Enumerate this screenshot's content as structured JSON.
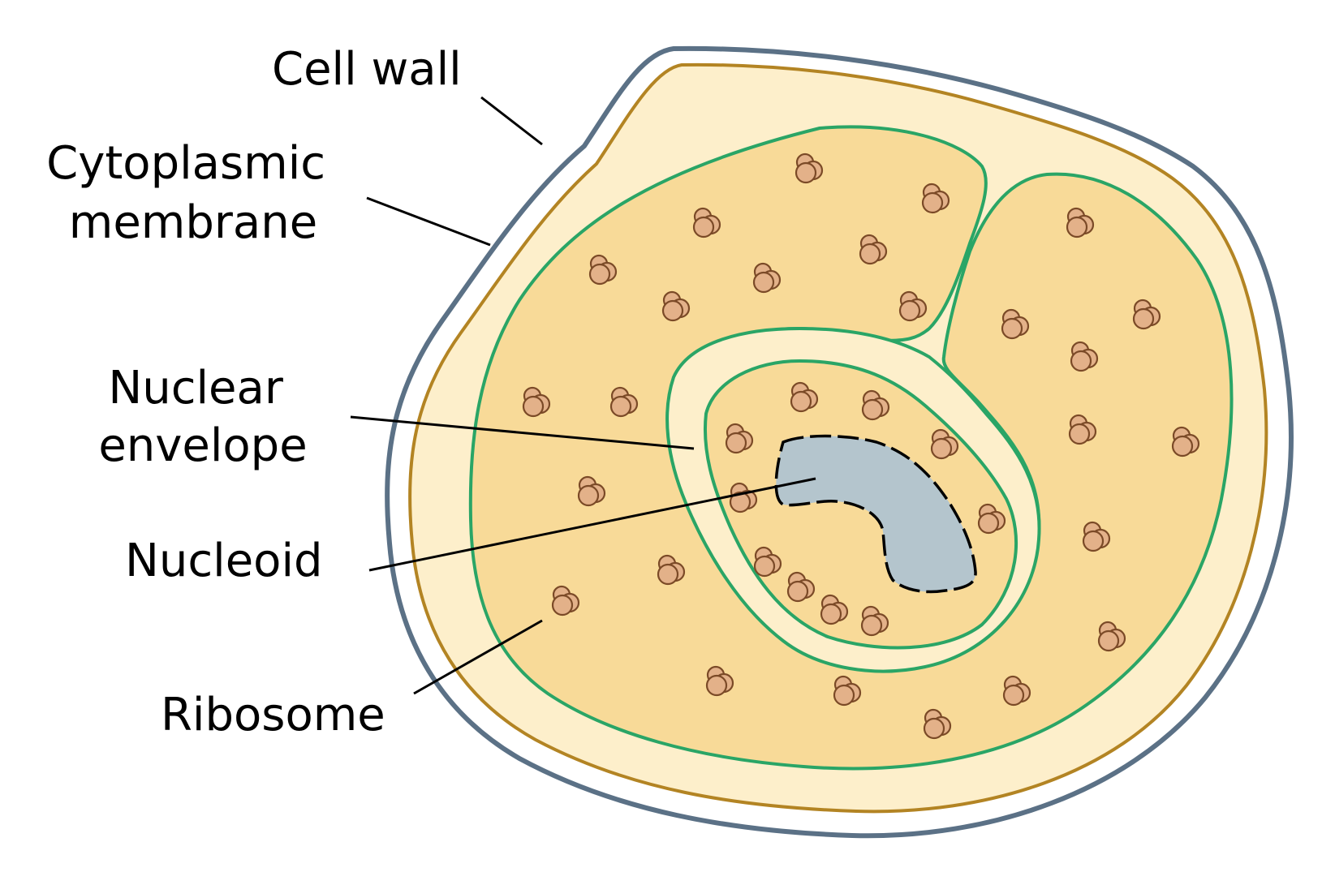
{
  "labels": {
    "cell_wall": [
      "Cell wall"
    ],
    "cytoplasmic_membrane": [
      "Cytoplasmic",
      "membrane"
    ],
    "nuclear_envelope": [
      "Nuclear",
      "envelope"
    ],
    "nucleoid": [
      "Nucleoid"
    ],
    "ribosome": [
      "Ribosome"
    ]
  },
  "colors": {
    "background": "#ffffff",
    "cell_wall_outline": "#5b7186",
    "periplasm_outline": "#b38423",
    "periplasm_fill": "#fdefcb",
    "cytoplasm_fill": "#f8da98",
    "membrane": "#2aa566",
    "nucleoid_fill": "#b4c5cd",
    "nucleoid_outline": "#000000",
    "ribosome_fill": "#e3b189",
    "ribosome_outline": "#7b4a27",
    "leader_lines": "#000000",
    "text": "#000000"
  }
}
